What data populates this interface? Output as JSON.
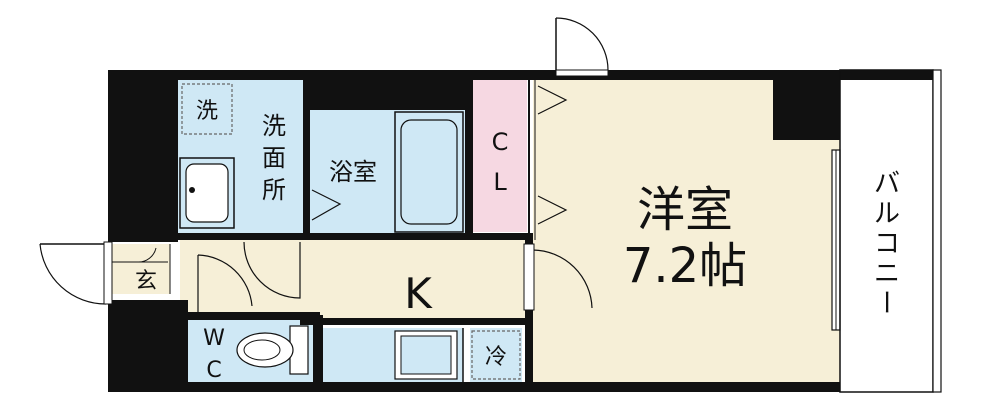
{
  "rooms": {
    "western": {
      "name": "洋室",
      "size": "7.2帖"
    },
    "kitchen": {
      "name": "K"
    },
    "bath": {
      "name": "浴室"
    },
    "washroom": {
      "name_lines": [
        "洗",
        "面",
        "所"
      ]
    },
    "closet": {
      "name_lines": [
        "C",
        "L"
      ]
    },
    "entrance": {
      "name": "玄"
    },
    "toilet": {
      "name_lines": [
        "W",
        "C"
      ]
    },
    "balcony": {
      "name_lines": [
        "バ",
        "ル",
        "コ",
        "ニ",
        "ー"
      ]
    }
  },
  "fixtures": {
    "washer": "洗",
    "fridge": "冷"
  },
  "colors": {
    "wall": "#111111",
    "floor": "#f6efd7",
    "wet": "#cfe8f5",
    "storage": "#f6d8e2",
    "balcony": "#ffffff"
  }
}
